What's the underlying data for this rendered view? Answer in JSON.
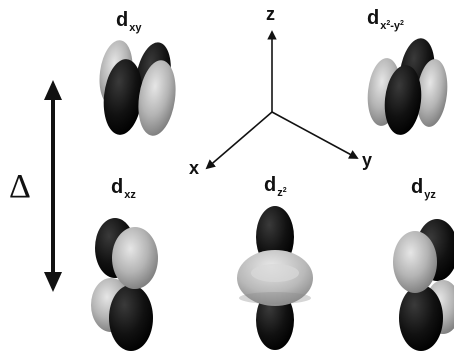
{
  "orbitals": {
    "dxy": {
      "letter": "d",
      "sub": "xy"
    },
    "dx2y2": {
      "letter": "d",
      "sub_a": "x",
      "sup_a": "2",
      "sub_b": "-y",
      "sup_b": "2"
    },
    "dxz": {
      "letter": "d",
      "sub": "xz"
    },
    "dz2": {
      "letter": "d",
      "sub": "z",
      "sup": "2"
    },
    "dyz": {
      "letter": "d",
      "sub": "yz"
    }
  },
  "axes": {
    "x": "x",
    "y": "y",
    "z": "z"
  },
  "energy_gap": {
    "symbol": "Δ"
  },
  "colors": {
    "dark_lobe": "#0b0b0b",
    "light_lobe": "#a7a7a7",
    "ink": "#111111"
  }
}
